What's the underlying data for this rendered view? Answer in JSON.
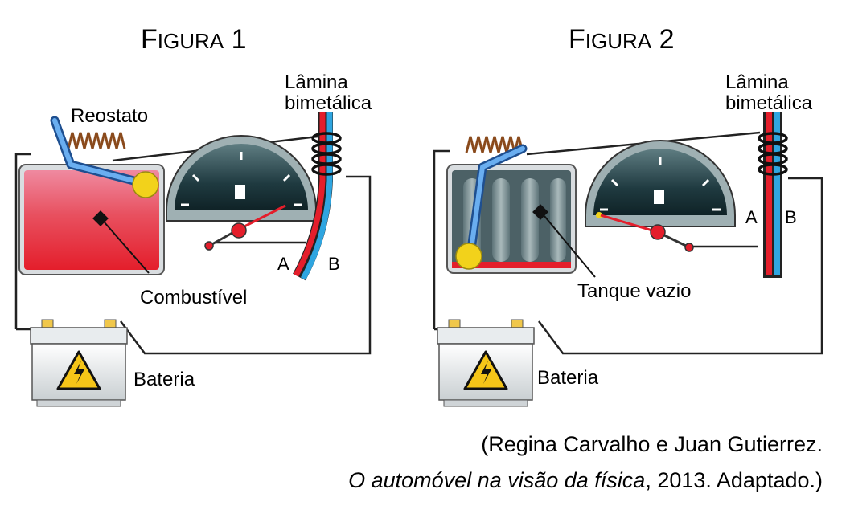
{
  "figure1": {
    "title_first": "F",
    "title_rest": "IGURA",
    "title_num": "1",
    "labels": {
      "rheostat": "Reostato",
      "strip_line1": "Lâmina",
      "strip_line2": "bimetálica",
      "fuel": "Combustível",
      "battery": "Bateria",
      "a": "A",
      "b": "B"
    }
  },
  "figure2": {
    "title_first": "F",
    "title_rest": "IGURA",
    "title_num": "2",
    "labels": {
      "strip_line1": "Lâmina",
      "strip_line2": "bimetálica",
      "empty_tank": "Tanque vazio",
      "battery": "Bateria",
      "a": "A",
      "b": "B"
    }
  },
  "caption": {
    "line1": "(Regina Carvalho e Juan Gutierrez.",
    "book_title": "O automóvel na visão da física",
    "line2_rest": ", 2013. Adaptado.)"
  },
  "colors": {
    "fuel": "#e8334a",
    "fuel_light": "#ef8a9a",
    "strip_red": "#e41e2b",
    "strip_blue": "#2fa5e0",
    "gauge_dark": "#1f3a40",
    "rheostat_arm": "#5a9ee0",
    "float": "#f2d21b",
    "wire": "#222222",
    "coil": "#8a4a1c"
  }
}
